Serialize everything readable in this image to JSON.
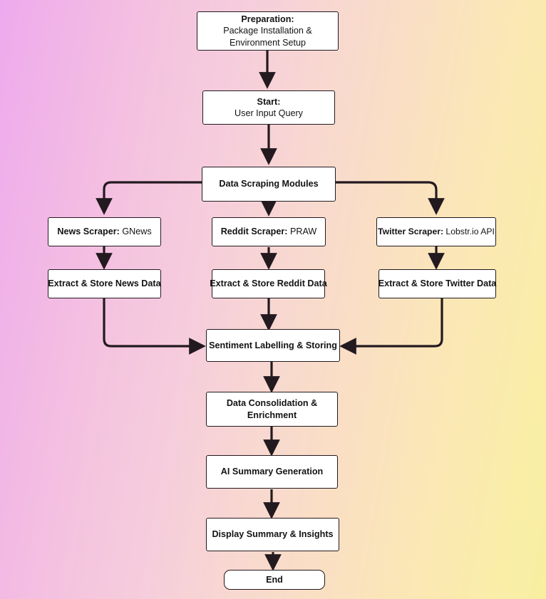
{
  "diagram": {
    "type": "flowchart",
    "title": "Sentiment Analysis Pipeline Flowchart",
    "direction": "top-to-bottom",
    "theme": {
      "node_fill": "#ffffff",
      "node_stroke": "#23191f",
      "edge_color": "#231a20",
      "text_color": "#131316",
      "background_from": "#eeaaee",
      "background_to": "#f8efa0"
    },
    "nodes": {
      "preparation": {
        "label_bold": "Preparation:",
        "label_line2": "Package Installation &",
        "label_line3": "Environment Setup"
      },
      "start": {
        "label_bold": "Start:",
        "label_line2": "User Input Query"
      },
      "scraping_modules": {
        "label": "Data Scraping Modules"
      },
      "news_scraper": {
        "label_bold": "News Scraper:",
        "label_rest": " GNews"
      },
      "reddit_scraper": {
        "label_bold": "Reddit Scraper:",
        "label_rest": " PRAW"
      },
      "twitter_scraper": {
        "label_bold": "Twitter Scraper:",
        "label_rest": " Lobstr.io API"
      },
      "store_news": {
        "label": "Extract & Store News Data"
      },
      "store_reddit": {
        "label": "Extract & Store Reddit Data"
      },
      "store_twitter": {
        "label": "Extract & Store Twitter Data"
      },
      "sentiment": {
        "label": "Sentiment Labelling & Storing"
      },
      "consolidation": {
        "label_line1": "Data Consolidation &",
        "label_line2": "Enrichment"
      },
      "ai_summary": {
        "label": "AI Summary Generation"
      },
      "display": {
        "label": "Display Summary & Insights"
      },
      "end": {
        "label": "End"
      }
    },
    "edges": [
      {
        "from": "preparation",
        "to": "start",
        "style": "straight-down"
      },
      {
        "from": "start",
        "to": "scraping_modules",
        "style": "straight-down"
      },
      {
        "from": "scraping_modules",
        "to": "news_scraper",
        "style": "left-then-down"
      },
      {
        "from": "scraping_modules",
        "to": "reddit_scraper",
        "style": "straight-down"
      },
      {
        "from": "scraping_modules",
        "to": "twitter_scraper",
        "style": "right-then-down"
      },
      {
        "from": "news_scraper",
        "to": "store_news",
        "style": "straight-down"
      },
      {
        "from": "reddit_scraper",
        "to": "store_reddit",
        "style": "straight-down"
      },
      {
        "from": "twitter_scraper",
        "to": "store_twitter",
        "style": "straight-down"
      },
      {
        "from": "store_news",
        "to": "sentiment",
        "style": "down-then-right"
      },
      {
        "from": "store_reddit",
        "to": "sentiment",
        "style": "straight-down"
      },
      {
        "from": "store_twitter",
        "to": "sentiment",
        "style": "down-then-left"
      },
      {
        "from": "sentiment",
        "to": "consolidation",
        "style": "straight-down"
      },
      {
        "from": "consolidation",
        "to": "ai_summary",
        "style": "straight-down"
      },
      {
        "from": "ai_summary",
        "to": "display",
        "style": "straight-down"
      },
      {
        "from": "display",
        "to": "end",
        "style": "straight-down"
      }
    ]
  }
}
